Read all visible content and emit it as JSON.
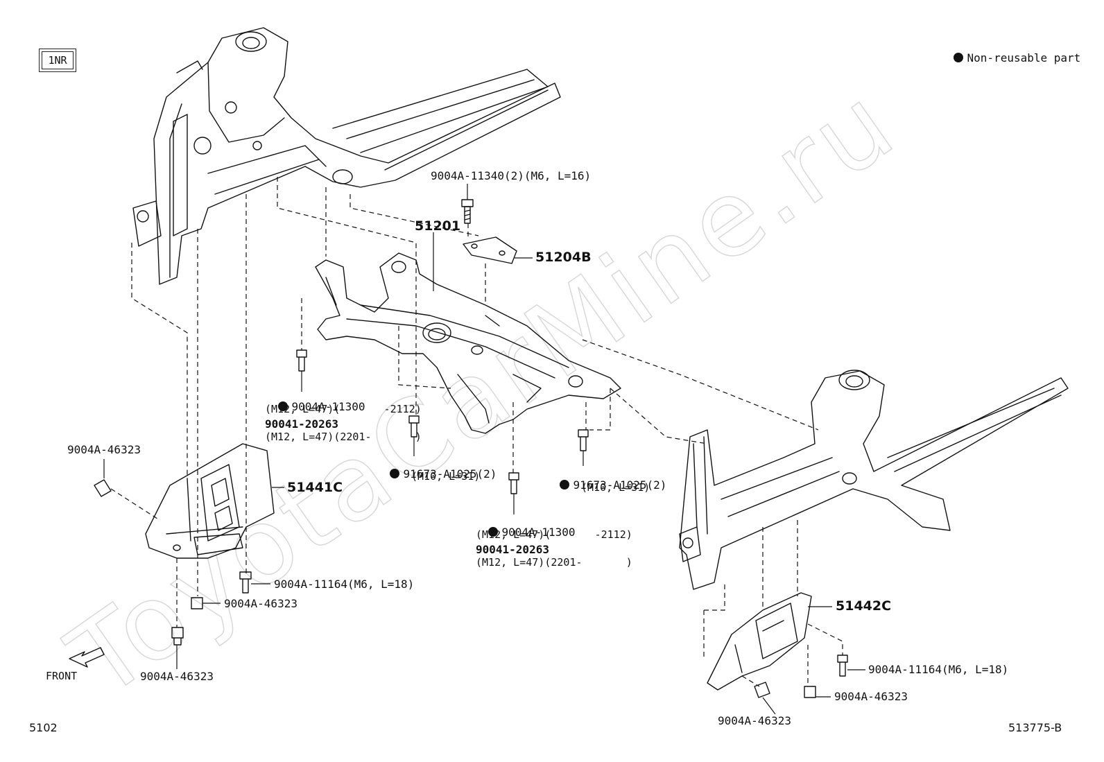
{
  "engine_code": "1NR",
  "legend": {
    "text": "Non-reusable part"
  },
  "front_label": "FRONT",
  "footer": {
    "left": "5102",
    "right": "513775-B"
  },
  "watermark": "ToyotaCarMine.ru",
  "parts": {
    "p51201": "51201",
    "p51204B": "51204B",
    "p51441C": "51441C",
    "p51442C": "51442C"
  },
  "callouts": {
    "bolt_top": "9004A-11340(2)(M6, L=16)",
    "left_bolt_a": "9004A-11300",
    "left_bolt_a_spec": "(M12, L=47)(       -2112)",
    "left_bolt_b": "90041-20263",
    "left_bolt_b_spec": "(M12, L=47)(2201-       )",
    "center_bolt_a": "91673-A1025(2)",
    "center_bolt_a_spec": "(M10, L=31)",
    "right_bolt_a": "91673-A1025(2)",
    "right_bolt_a_spec": "(M10, L=31)",
    "center_bolt_b": "9004A-11300",
    "center_bolt_b_spec": "(M12, L=47)(       -2112)",
    "center_bolt_c": "90041-20263",
    "center_bolt_c_spec": "(M12, L=47)(2201-       )",
    "clip_left_top": "9004A-46323",
    "screw_left": "9004A-11164(M6, L=18)",
    "clip_left_mid": "9004A-46323",
    "clip_left_bottom": "9004A-46323",
    "screw_right": "9004A-11164(M6, L=18)",
    "clip_right_mid": "9004A-46323",
    "clip_right_bottom": "9004A-46323"
  }
}
